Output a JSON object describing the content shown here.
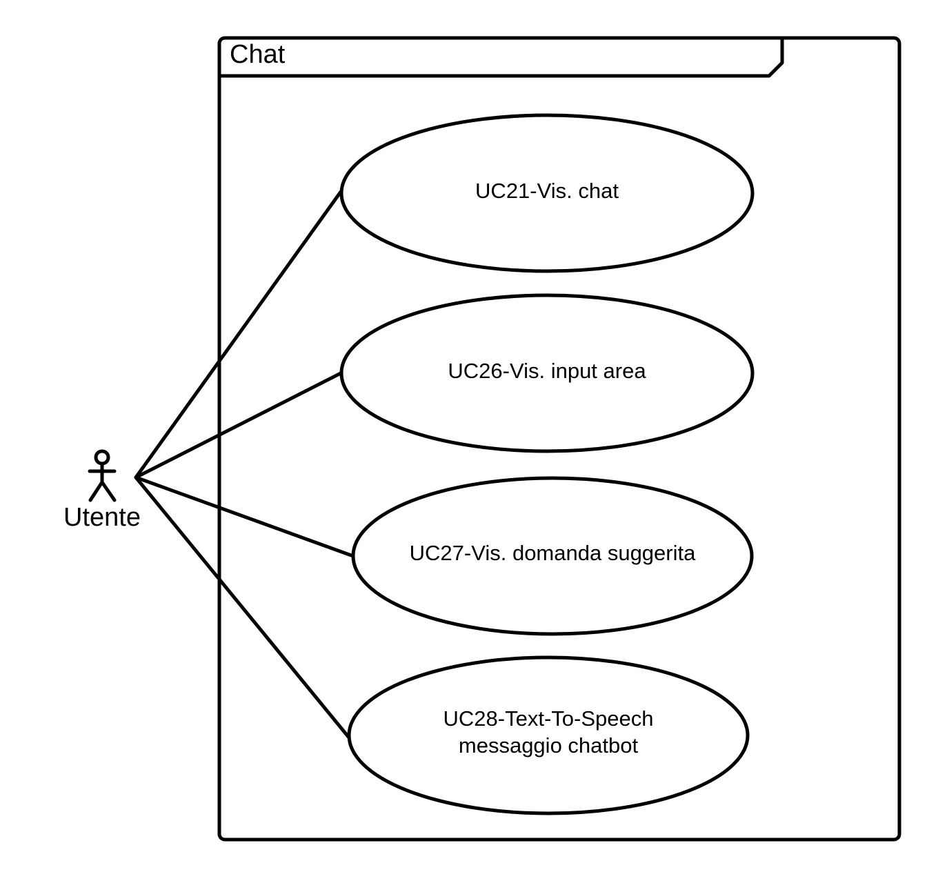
{
  "system": {
    "title": "Chat"
  },
  "actor": {
    "name": "Utente",
    "icon": "stick-figure-icon"
  },
  "use_cases": [
    {
      "id": "uc21",
      "lines": [
        "UC21-Vis. chat"
      ]
    },
    {
      "id": "uc26",
      "lines": [
        "UC26-Vis. input area"
      ]
    },
    {
      "id": "uc27",
      "lines": [
        "UC27-Vis. domanda suggerita"
      ]
    },
    {
      "id": "uc28",
      "lines": [
        "UC28-Text-To-Speech",
        "messaggio chatbot"
      ]
    }
  ],
  "associations": [
    {
      "from": "actor",
      "to": "uc21"
    },
    {
      "from": "actor",
      "to": "uc26"
    },
    {
      "from": "actor",
      "to": "uc27"
    },
    {
      "from": "actor",
      "to": "uc28"
    }
  ],
  "colors": {
    "stroke": "#000000",
    "background": "#ffffff"
  }
}
